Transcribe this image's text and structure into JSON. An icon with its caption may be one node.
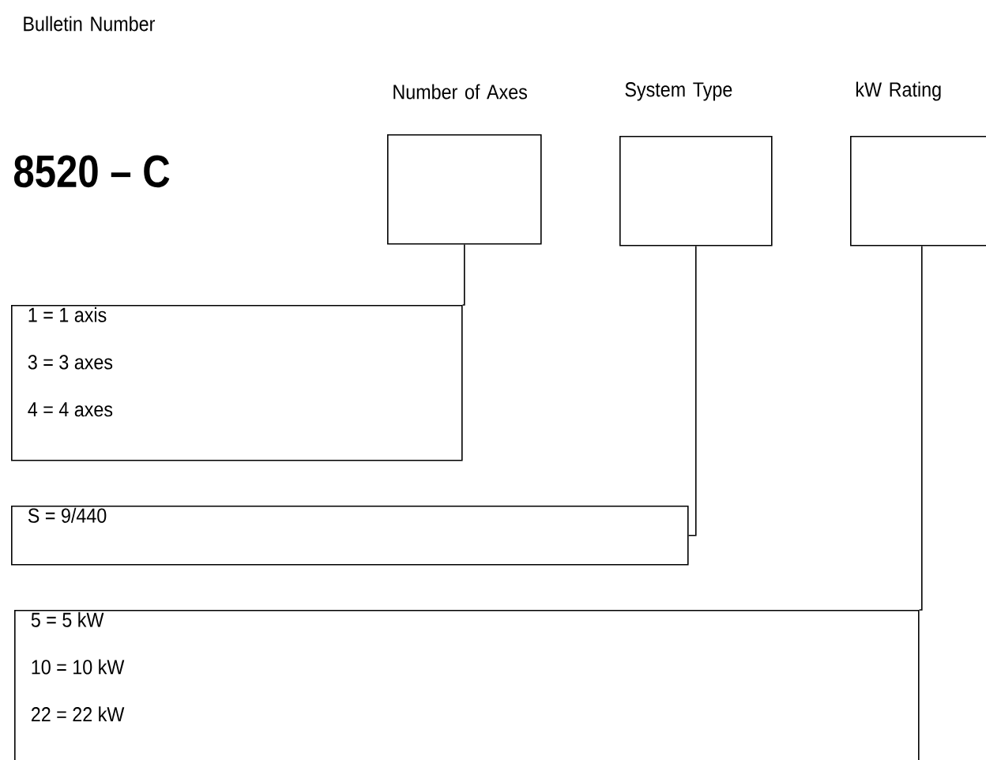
{
  "diagram": {
    "nodes": [
      {
        "text": [
          "Number of Axes"
        ]
      },
      {
        "text": [
          "System Type"
        ]
      },
      {
        "text": [
          "kW Rating"
        ]
      },
      {
        "text": [
          "1 = 1 axis",
          "3 = 3 axes",
          "4 = 4 axes"
        ]
      },
      {
        "text": [
          "S = 9/440"
        ]
      },
      {
        "text": [
          "5 = 5 kW",
          "10 = 10 kW",
          "22 = 22 kW"
        ]
      }
    ],
    "edges": [
      {
        "from": 0,
        "to": 3,
        "arrow": "none"
      },
      {
        "from": 1,
        "to": 4,
        "arrow": "none"
      },
      {
        "from": 2,
        "to": 5,
        "arrow": "none"
      }
    ],
    "labels": [
      "Bulletin Number",
      "8520 – C"
    ]
  }
}
